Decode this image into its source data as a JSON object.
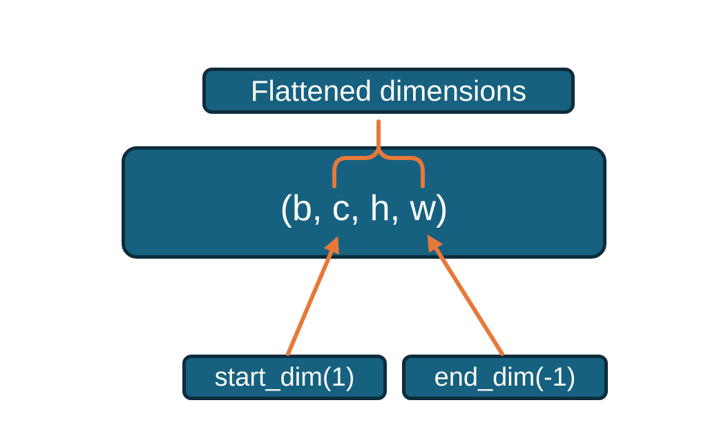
{
  "nodes": {
    "flattened": {
      "label": "Flattened dimensions"
    },
    "tensor": {
      "label": "(b, c, h, w)"
    },
    "start_dim": {
      "label": "start_dim(1)"
    },
    "end_dim": {
      "label": "end_dim(-1)"
    }
  },
  "connectors": {
    "brace": "flatten-range-brace",
    "start_arrow": "start-dim-arrow",
    "end_arrow": "end-dim-arrow"
  },
  "colors": {
    "node_fill": "#16617f",
    "node_border": "#0e2c3c",
    "label_text": "#fbfbf8",
    "accent": "#e6793a",
    "background": "#ffffff"
  }
}
